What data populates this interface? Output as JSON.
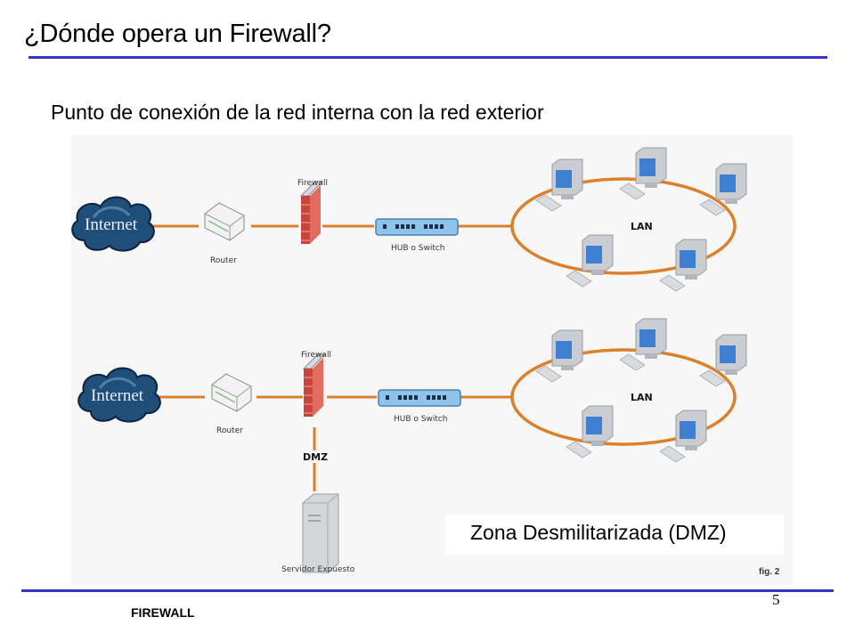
{
  "slide": {
    "title": "¿Dónde opera un Firewall?",
    "subtitle": "Punto de conexión de la red interna con la red exterior",
    "caption": "Zona Desmilitarizada (DMZ)",
    "figure_label": "fig. 2",
    "page_number": "5",
    "footer": "FIREWALL"
  },
  "colors": {
    "rule": "#3434c4",
    "cable": "#d9822b",
    "firewall_brick": "#d9534f",
    "hub": "#8ec3ea",
    "cloud": "#1f4e79",
    "monitor_screen": "#3f7fd1"
  },
  "diagrams": [
    {
      "name": "basic",
      "nodes": {
        "internet": "Internet",
        "router": "Router",
        "firewall": "Firewall",
        "hub": "HUB o Switch",
        "lan": "LAN"
      },
      "lan_computers": 5
    },
    {
      "name": "with-dmz",
      "nodes": {
        "internet": "Internet",
        "router": "Router",
        "firewall": "Firewall",
        "hub": "HUB o Switch",
        "lan": "LAN",
        "dmz": "DMZ",
        "server": "Servidor Expuesto"
      },
      "lan_computers": 5
    }
  ]
}
